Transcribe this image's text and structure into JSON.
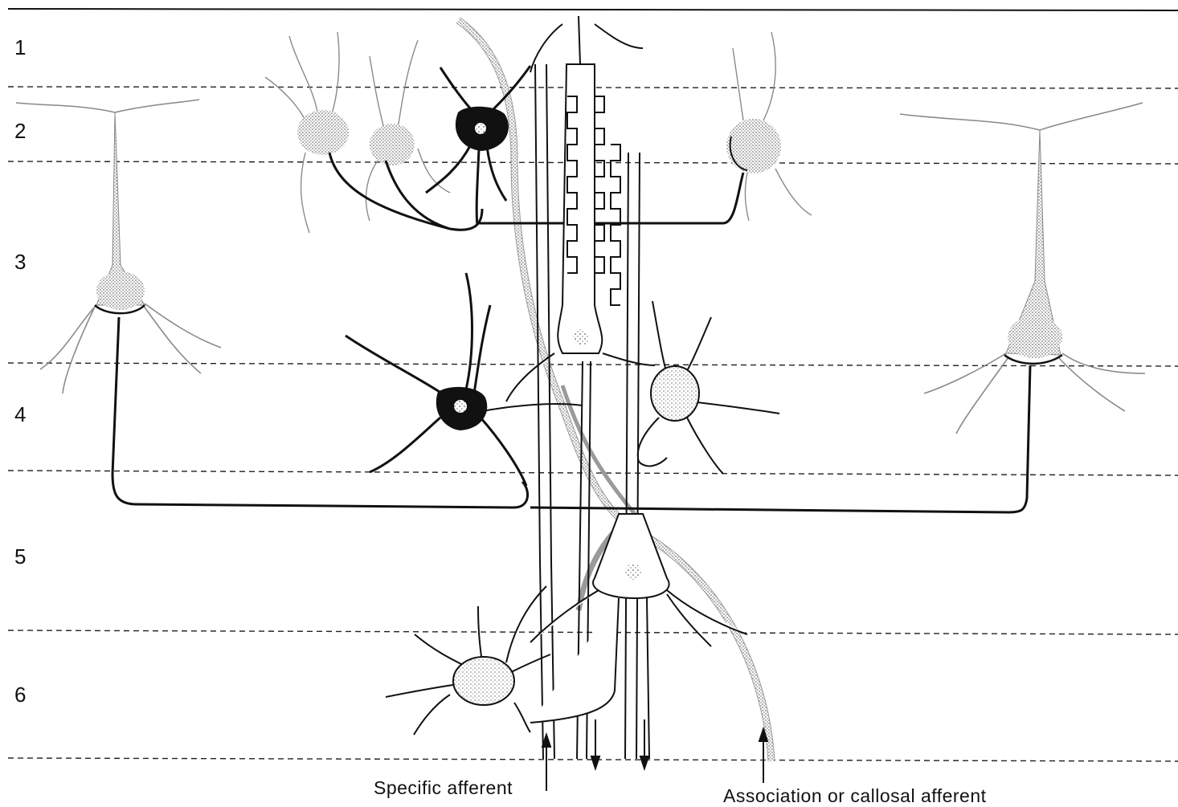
{
  "layers": {
    "items": [
      "1",
      "2",
      "3",
      "4",
      "5",
      "6"
    ]
  },
  "afferents": {
    "specific": "Specific afferent",
    "association": "Association or callosal afferent"
  },
  "colors": {
    "ink": "#111111",
    "stipple": "#8a8a8a",
    "background": "#ffffff"
  }
}
